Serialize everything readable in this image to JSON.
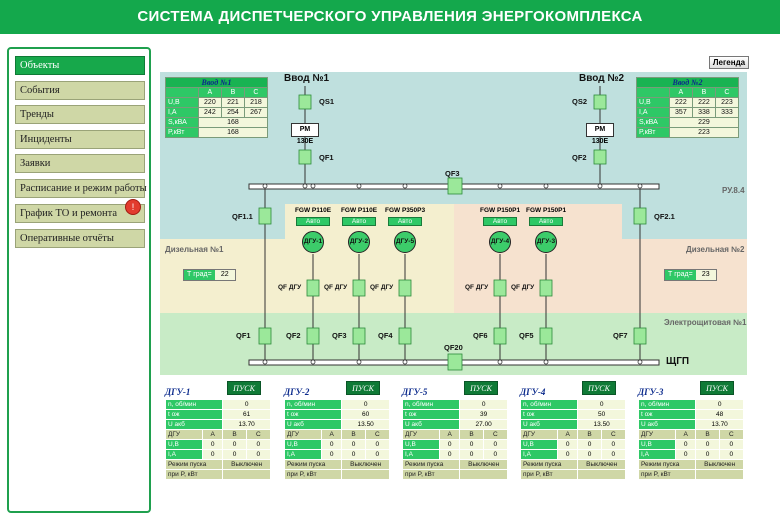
{
  "header": {
    "title": "СИСТЕМА ДИСПЕТЧЕРСКОГО УПРАВЛЕНИЯ ЭНЕРГОКОМПЛЕКСА"
  },
  "sidebar": {
    "items": [
      {
        "label": "Объекты",
        "active": true
      },
      {
        "label": "События"
      },
      {
        "label": "Тренды"
      },
      {
        "label": "Инциденты"
      },
      {
        "label": "Заявки"
      },
      {
        "label": "Расписание и режим работы"
      },
      {
        "label": "График ТО и ремонта",
        "badge": "!"
      },
      {
        "label": "Оперативные отчёты"
      }
    ]
  },
  "legend_button": "Легенда",
  "zones": {
    "ru": "РУ.8.4",
    "diesel1": "Дизельная №1",
    "diesel2": "Дизельная №2",
    "electro": "Электрощитовая №1",
    "shgp": "ЩГП"
  },
  "feeds": [
    {
      "title": "Ввод №1",
      "table_title": "Ввод №1",
      "qs": "QS1",
      "rm": "РМ 130Е",
      "qf": "QF1",
      "cols": [
        "A",
        "B",
        "C"
      ],
      "u_label": "U,B",
      "u": [
        "220",
        "221",
        "218"
      ],
      "i_label": "I,A",
      "i": [
        "242",
        "254",
        "267"
      ],
      "s_label": "S,кВА",
      "s": "168",
      "p_label": "P,кВт",
      "p": "168"
    },
    {
      "title": "Ввод №2",
      "table_title": "Ввод №2",
      "qs": "QS2",
      "rm": "РМ 130Е",
      "qf": "QF2",
      "cols": [
        "A",
        "B",
        "C"
      ],
      "u_label": "U,B",
      "u": [
        "222",
        "222",
        "223"
      ],
      "i_label": "I,A",
      "i": [
        "357",
        "338",
        "333"
      ],
      "s_label": "S,кВА",
      "s": "229",
      "p_label": "P,кВт",
      "p": "223"
    }
  ],
  "breakers": {
    "qf3": "QF3",
    "qf11": "QF1.1",
    "qf21": "QF2.1",
    "qf20": "QF20",
    "lower": [
      "QF1",
      "QF2",
      "QF3",
      "QF4",
      "QF6",
      "QF5",
      "QF7"
    ],
    "qf_dgu": "QF ДГУ"
  },
  "gens": [
    {
      "type": "FGW P110E",
      "mode": "Авто",
      "name": "ДГУ-1"
    },
    {
      "type": "FGW P110E",
      "mode": "Авто",
      "name": "ДГУ-2"
    },
    {
      "type": "FGW P350P3",
      "mode": "Авто",
      "name": "ДГУ-5"
    },
    {
      "type": "FGW P150P1",
      "mode": "Авто",
      "name": "ДГУ-4"
    },
    {
      "type": "FGW P150P1",
      "mode": "Авто",
      "name": "ДГУ-3"
    }
  ],
  "temps": [
    {
      "label": "Т град=",
      "value": "22"
    },
    {
      "label": "Т град=",
      "value": "23"
    }
  ],
  "panels": [
    {
      "title": "ДГУ-1",
      "start": "ПУСК",
      "rpm": "0",
      "icg": "61",
      "uakb": "13.70",
      "u": [
        "0",
        "0",
        "0"
      ],
      "i": [
        "0",
        "0",
        "0"
      ],
      "mode": "Выключен"
    },
    {
      "title": "ДГУ-2",
      "start": "ПУСК",
      "rpm": "0",
      "icg": "60",
      "uakb": "13.50",
      "u": [
        "0",
        "0",
        "0"
      ],
      "i": [
        "0",
        "0",
        "0"
      ],
      "mode": "Выключен"
    },
    {
      "title": "ДГУ-5",
      "start": "ПУСК",
      "rpm": "0",
      "icg": "39",
      "uakb": "27.00",
      "u": [
        "0",
        "0",
        "0"
      ],
      "i": [
        "0",
        "0",
        "0"
      ],
      "mode": "Выключен"
    },
    {
      "title": "ДГУ-4",
      "start": "ПУСК",
      "rpm": "0",
      "icg": "50",
      "uakb": "13.50",
      "u": [
        "0",
        "0",
        "0"
      ],
      "i": [
        "0",
        "0",
        "0"
      ],
      "mode": "Выключен"
    },
    {
      "title": "ДГУ-3",
      "start": "ПУСК",
      "rpm": "0",
      "icg": "48",
      "uakb": "13.70",
      "u": [
        "0",
        "0",
        "0"
      ],
      "i": [
        "0",
        "0",
        "0"
      ],
      "mode": "Выключен"
    }
  ],
  "panel_labels": {
    "rpm": "n, об/мин",
    "icg": "t ож",
    "uakb": "U акб",
    "dgu": "ДГУ",
    "cols": [
      "A",
      "B",
      "C"
    ],
    "u": "U,B",
    "i": "I,A",
    "mode": "Режим пуска",
    "pload": "при P, кВт"
  },
  "colors": {
    "header": "#14a84c",
    "accent": "#2ec866",
    "nav": "#cfd7a6",
    "ru_zone": "#bfe0de",
    "diesel1": "#f4efcf",
    "diesel2": "#f6e2cf",
    "electro": "#c8ebc6"
  }
}
